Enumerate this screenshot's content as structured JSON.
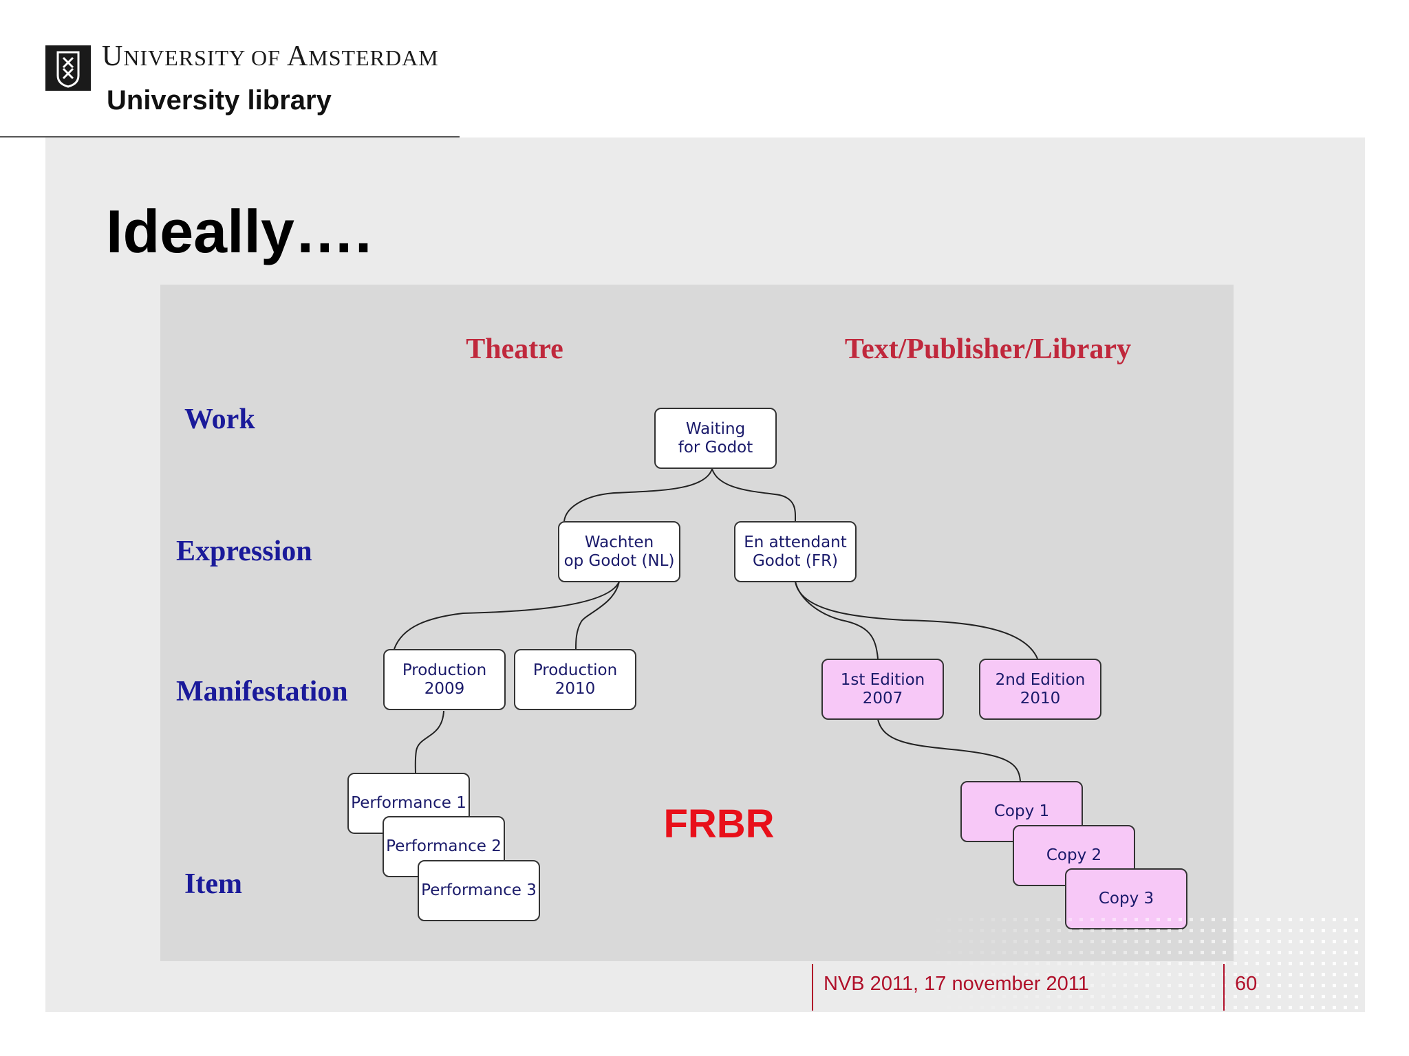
{
  "header": {
    "university": "University of Amsterdam",
    "university_parts": [
      "U",
      "NIVERSITY OF ",
      "A",
      "MSTERDAM"
    ],
    "library": "University library",
    "logo_icon": "uva-crest-icon"
  },
  "slide": {
    "title": "Ideally…."
  },
  "diagram": {
    "columns": {
      "left": "Theatre",
      "right": "Text/Publisher/Library"
    },
    "levels": {
      "work": "Work",
      "expression": "Expression",
      "manifestation": "Manifestation",
      "item": "Item"
    },
    "nodes": {
      "work": [
        "Waiting",
        "for Godot"
      ],
      "expr_nl": [
        "Wachten",
        "op Godot (NL)"
      ],
      "expr_fr": [
        "En attendant",
        "Godot (FR)"
      ],
      "prod_2009": [
        "Production",
        "2009"
      ],
      "prod_2010": [
        "Production",
        "2010"
      ],
      "ed_1": [
        "1st Edition",
        "2007"
      ],
      "ed_2": [
        "2nd Edition",
        "2010"
      ],
      "perf_1": "Performance 1",
      "perf_2": "Performance 2",
      "perf_3": "Performance 3",
      "copy_1": "Copy 1",
      "copy_2": "Copy 2",
      "copy_3": "Copy 3"
    },
    "label": "FRBR",
    "colors": {
      "node_fill": "#ffffff",
      "item_fill_right": "#f7c8f7",
      "header_color": "#c0283c",
      "level_color": "#1a1a9a",
      "frbr_color": "#e8101a"
    }
  },
  "footer": {
    "event": "NVB 2011, 17 november 2011",
    "page": "60",
    "accent": "#b0102a"
  }
}
